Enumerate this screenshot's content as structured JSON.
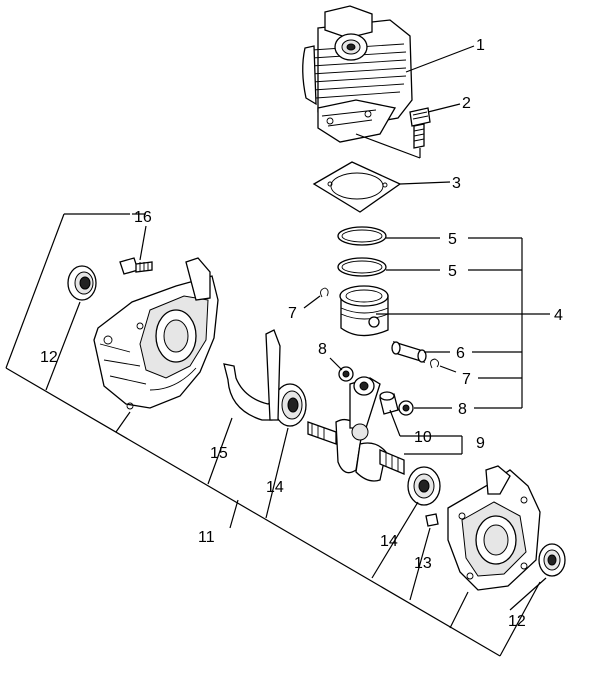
{
  "callouts": {
    "c1": "1",
    "c2": "2",
    "c3": "3",
    "c4": "4",
    "c5a": "5",
    "c5b": "5",
    "c6": "6",
    "c7a": "7",
    "c7b": "7",
    "c7c": "7",
    "c8a": "8",
    "c8b": "8",
    "c9": "9",
    "c10": "10",
    "c11": "11",
    "c12a": "12",
    "c12b": "12",
    "c13": "13",
    "c14a": "14",
    "c14b": "14",
    "c15": "15",
    "c16": "16"
  }
}
